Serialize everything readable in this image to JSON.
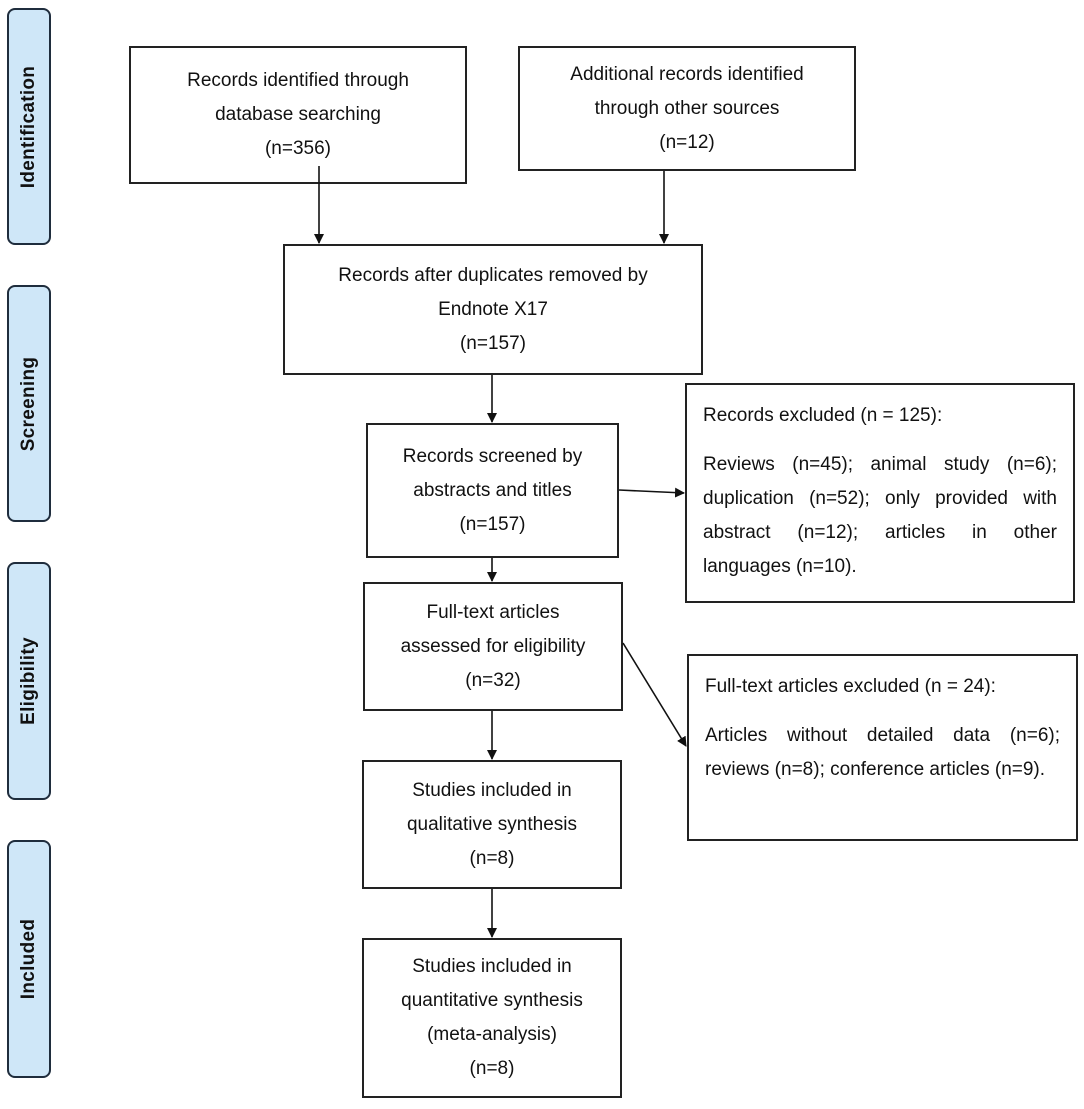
{
  "stages": {
    "identification": "Identification",
    "screening": "Screening",
    "eligibility": "Eligibility",
    "included": "Included"
  },
  "boxes": {
    "database": {
      "line1": "Records identified through",
      "line2": "database searching",
      "line3": "(n=356)"
    },
    "other": {
      "line1": "Additional records identified",
      "line2": "through other sources",
      "line3": "(n=12)"
    },
    "duplicates": {
      "line1": "Records after duplicates removed by",
      "line2": "Endnote X17",
      "line3": "(n=157)"
    },
    "screened": {
      "line1": "Records screened by",
      "line2": "abstracts and titles",
      "line3": "(n=157)"
    },
    "fulltext": {
      "line1": "Full-text articles",
      "line2": "assessed for eligibility",
      "line3": "(n=32)"
    },
    "qualitative": {
      "line1": "Studies included in",
      "line2": "qualitative synthesis",
      "line3": "(n=8)"
    },
    "quantitative": {
      "line1": "Studies included in",
      "line2": "quantitative synthesis",
      "line3": "(meta-analysis)",
      "line4": "(n=8)"
    }
  },
  "exclusions": {
    "records": {
      "title": "Records excluded (n = 125):",
      "body": "Reviews (n=45); animal study (n=6); duplication (n=52); only provided with abstract (n=12); articles in other languages (n=10)."
    },
    "fulltext": {
      "title": "Full-text articles excluded (n = 24):",
      "body": "Articles without detailed data (n=6); reviews (n=8); conference articles (n=9)."
    }
  }
}
